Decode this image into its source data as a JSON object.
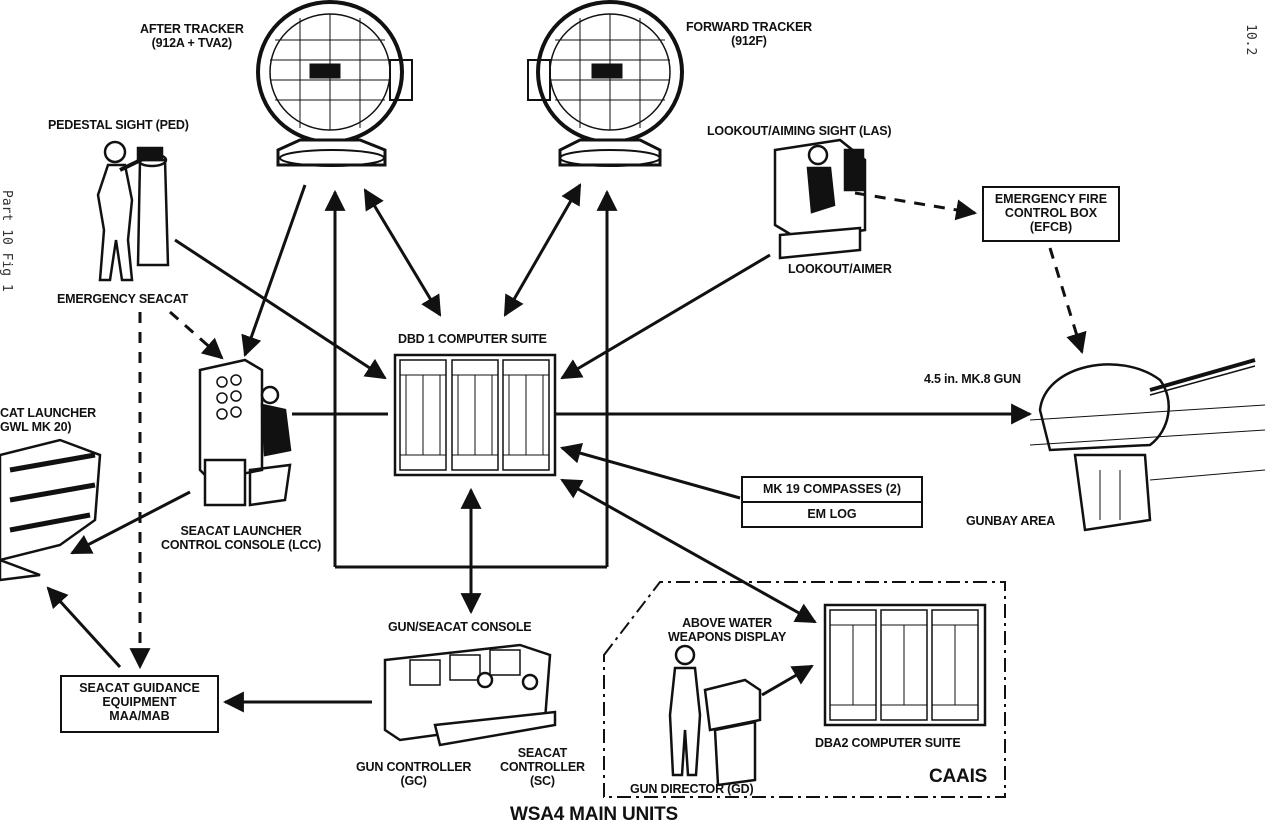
{
  "title": "WSA4 MAIN UNITS",
  "page_number": "10.2",
  "side_note": "Part 10 Fig 1",
  "labels": {
    "after_tracker": [
      "AFTER TRACKER",
      "(912A + TVA2)"
    ],
    "forward_tracker": [
      "FORWARD TRACKER",
      "(912F)"
    ],
    "pedestal_sight": "PEDESTAL SIGHT (PED)",
    "emergency_seacat": "EMERGENCY SEACAT",
    "lookout_aiming_sight": "LOOKOUT/AIMING SIGHT (LAS)",
    "lookout_aimer": "LOOKOUT/AIMER",
    "dbd1": "DBD 1 COMPUTER SUITE",
    "gun": "4.5 in. MK.8 GUN",
    "gunbay": "GUNBAY AREA",
    "seacat_launcher": [
      "CAT LAUNCHER",
      "GWL MK 20)"
    ],
    "lcc": [
      "SEACAT LAUNCHER",
      "CONTROL CONSOLE (LCC)"
    ],
    "gun_seacat_console": "GUN/SEACAT CONSOLE",
    "gun_controller": [
      "GUN CONTROLLER",
      "(GC)"
    ],
    "seacat_controller": [
      "SEACAT",
      "CONTROLLER",
      "(SC)"
    ],
    "awwd": [
      "ABOVE WATER",
      "WEAPONS DISPLAY"
    ],
    "gun_director": "GUN DIRECTOR (GD)",
    "dba2": "DBA2 COMPUTER SUITE",
    "caais": "CAAIS"
  },
  "boxes": {
    "efcb": [
      "EMERGENCY FIRE",
      "CONTROL BOX",
      "(EFCB)"
    ],
    "compasses": "MK 19 COMPASSES (2)",
    "em_log": "EM LOG",
    "seacat_guidance": [
      "SEACAT GUIDANCE",
      "EQUIPMENT",
      "MAA/MAB"
    ]
  },
  "colors": {
    "ink": "#111111",
    "paper": "#ffffff"
  }
}
